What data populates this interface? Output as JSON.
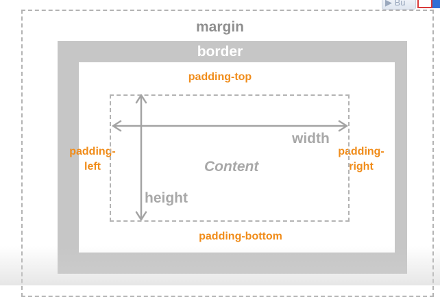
{
  "box_model": {
    "margin_label": "margin",
    "border_label": "border",
    "padding_top_label": "padding-top",
    "padding_bottom_label": "padding-bottom",
    "padding_left_line1": "padding-",
    "padding_left_line2": "left",
    "padding_right_line1": "padding-",
    "padding_right_line2": "right",
    "content_label": "Content",
    "width_label": "width",
    "height_label": "height"
  },
  "corner_widget": {
    "button_text": "▶ Bu"
  },
  "colors": {
    "margin_text": "#8f8f8f",
    "border_fill": "#c6c6c6",
    "padding_text": "#f08c1a",
    "dimension_text": "#a8a8a8",
    "dashed_line": "#b3b3b3"
  }
}
